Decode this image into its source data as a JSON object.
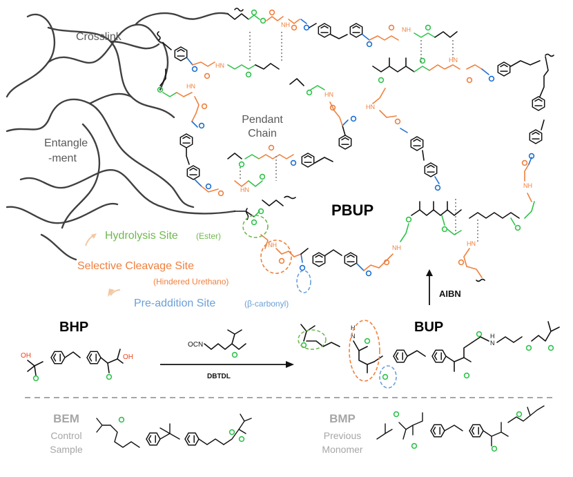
{
  "labels": {
    "crosslink": "Crosslink",
    "pendant_line1": "Pendant",
    "pendant_line2": "Chain",
    "entangle_line1": "Entangle",
    "entangle_line2": "-ment",
    "pbup": "PBUP",
    "hydrolysis_site": "Hydrolysis Site",
    "hydrolysis_note": "(Ester)",
    "cleavage_site": "Selective Cleavage Site",
    "cleavage_note": "(Hindered Urethano)",
    "preaddition_site": "Pre-addition Site",
    "preaddition_note": "(β-carbonyl)",
    "aibn": "AIBN",
    "bhp": "BHP",
    "bup": "BUP",
    "dbtdl": "DBTDL",
    "ocn": "OCN",
    "bem": "BEM",
    "bem_line1": "Control",
    "bem_line2": "Sample",
    "bmp": "BMP",
    "bmp_line1": "Previous",
    "bmp_line2": "Monomer",
    "oh": "OH"
  },
  "colors": {
    "hydrolysis": "#6fb84f",
    "cleavage": "#f07f3c",
    "preaddition": "#6a9fd8",
    "ester_green": "#2fc24a",
    "urethane_orange": "#f07f3c",
    "carbonyl_blue": "#1d6fd1",
    "network_gray": "#404040",
    "muted_label": "#a6a6a6"
  }
}
